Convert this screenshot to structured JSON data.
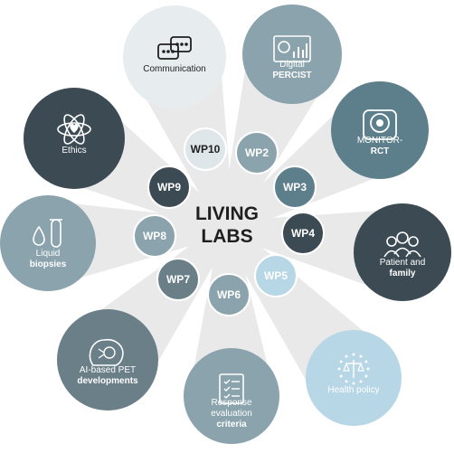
{
  "center": {
    "line1": "LIVING",
    "line2": "LABS",
    "text_color": "#1f1f1f"
  },
  "colors": {
    "spoke": "#e9e9e9",
    "dark": "#3c4b53",
    "slate": "#5d7580",
    "mid": "#8aa3ad",
    "light": "#c9d8df",
    "pale": "#dfe6ea",
    "sky": "#b7d6e6"
  },
  "wps": [
    {
      "label": "WP10",
      "color": "#dfe6ea",
      "text_color": "#1f1f1f"
    },
    {
      "label": "WP2",
      "color": "#8aa3ad",
      "text_color": "#ffffff"
    },
    {
      "label": "WP3",
      "color": "#5d7f8b",
      "text_color": "#ffffff"
    },
    {
      "label": "WP4",
      "color": "#3c4b53",
      "text_color": "#ffffff"
    },
    {
      "label": "WP5",
      "color": "#b7d6e6",
      "text_color": "#ffffff"
    },
    {
      "label": "WP6",
      "color": "#8aa3ad",
      "text_color": "#ffffff"
    },
    {
      "label": "WP7",
      "color": "#6b7f88",
      "text_color": "#ffffff"
    },
    {
      "label": "WP8",
      "color": "#8aa3ad",
      "text_color": "#ffffff"
    },
    {
      "label": "WP9",
      "color": "#3c4b53",
      "text_color": "#ffffff"
    }
  ],
  "topics": [
    {
      "lines": [
        "Communication"
      ],
      "icon": "chat-bubbles-icon",
      "color": "#e7ecef",
      "text_color": "#1f1f1f"
    },
    {
      "lines": [
        "Digital",
        "PERCIST"
      ],
      "icon": "dashboard-chart-icon",
      "color": "#8aa3ad",
      "text_color": "#ffffff"
    },
    {
      "lines": [
        "MONITOR-",
        "RCT"
      ],
      "icon": "pet-scanner-icon",
      "color": "#5d7f8b",
      "text_color": "#ffffff"
    },
    {
      "lines": [
        "Patient and",
        "family"
      ],
      "icon": "people-group-icon",
      "color": "#3c4b53",
      "text_color": "#ffffff"
    },
    {
      "lines": [
        "Health policy"
      ],
      "icon": "eu-scales-icon",
      "color": "#b7d6e6",
      "text_color": "#ffffff"
    },
    {
      "lines": [
        "Response",
        "evaluation",
        "criteria"
      ],
      "icon": "checklist-icon",
      "color": "#8aa3ad",
      "text_color": "#ffffff"
    },
    {
      "lines": [
        "AI-based PET",
        "developments"
      ],
      "icon": "ai-brain-icon",
      "color": "#6b7f88",
      "text_color": "#ffffff"
    },
    {
      "lines": [
        "Liquid",
        "biopsies"
      ],
      "icon": "test-tube-icon",
      "color": "#8aa3ad",
      "text_color": "#ffffff"
    },
    {
      "lines": [
        "Ethics"
      ],
      "icon": "atom-heart-icon",
      "color": "#3c4b53",
      "text_color": "#ffffff"
    }
  ]
}
